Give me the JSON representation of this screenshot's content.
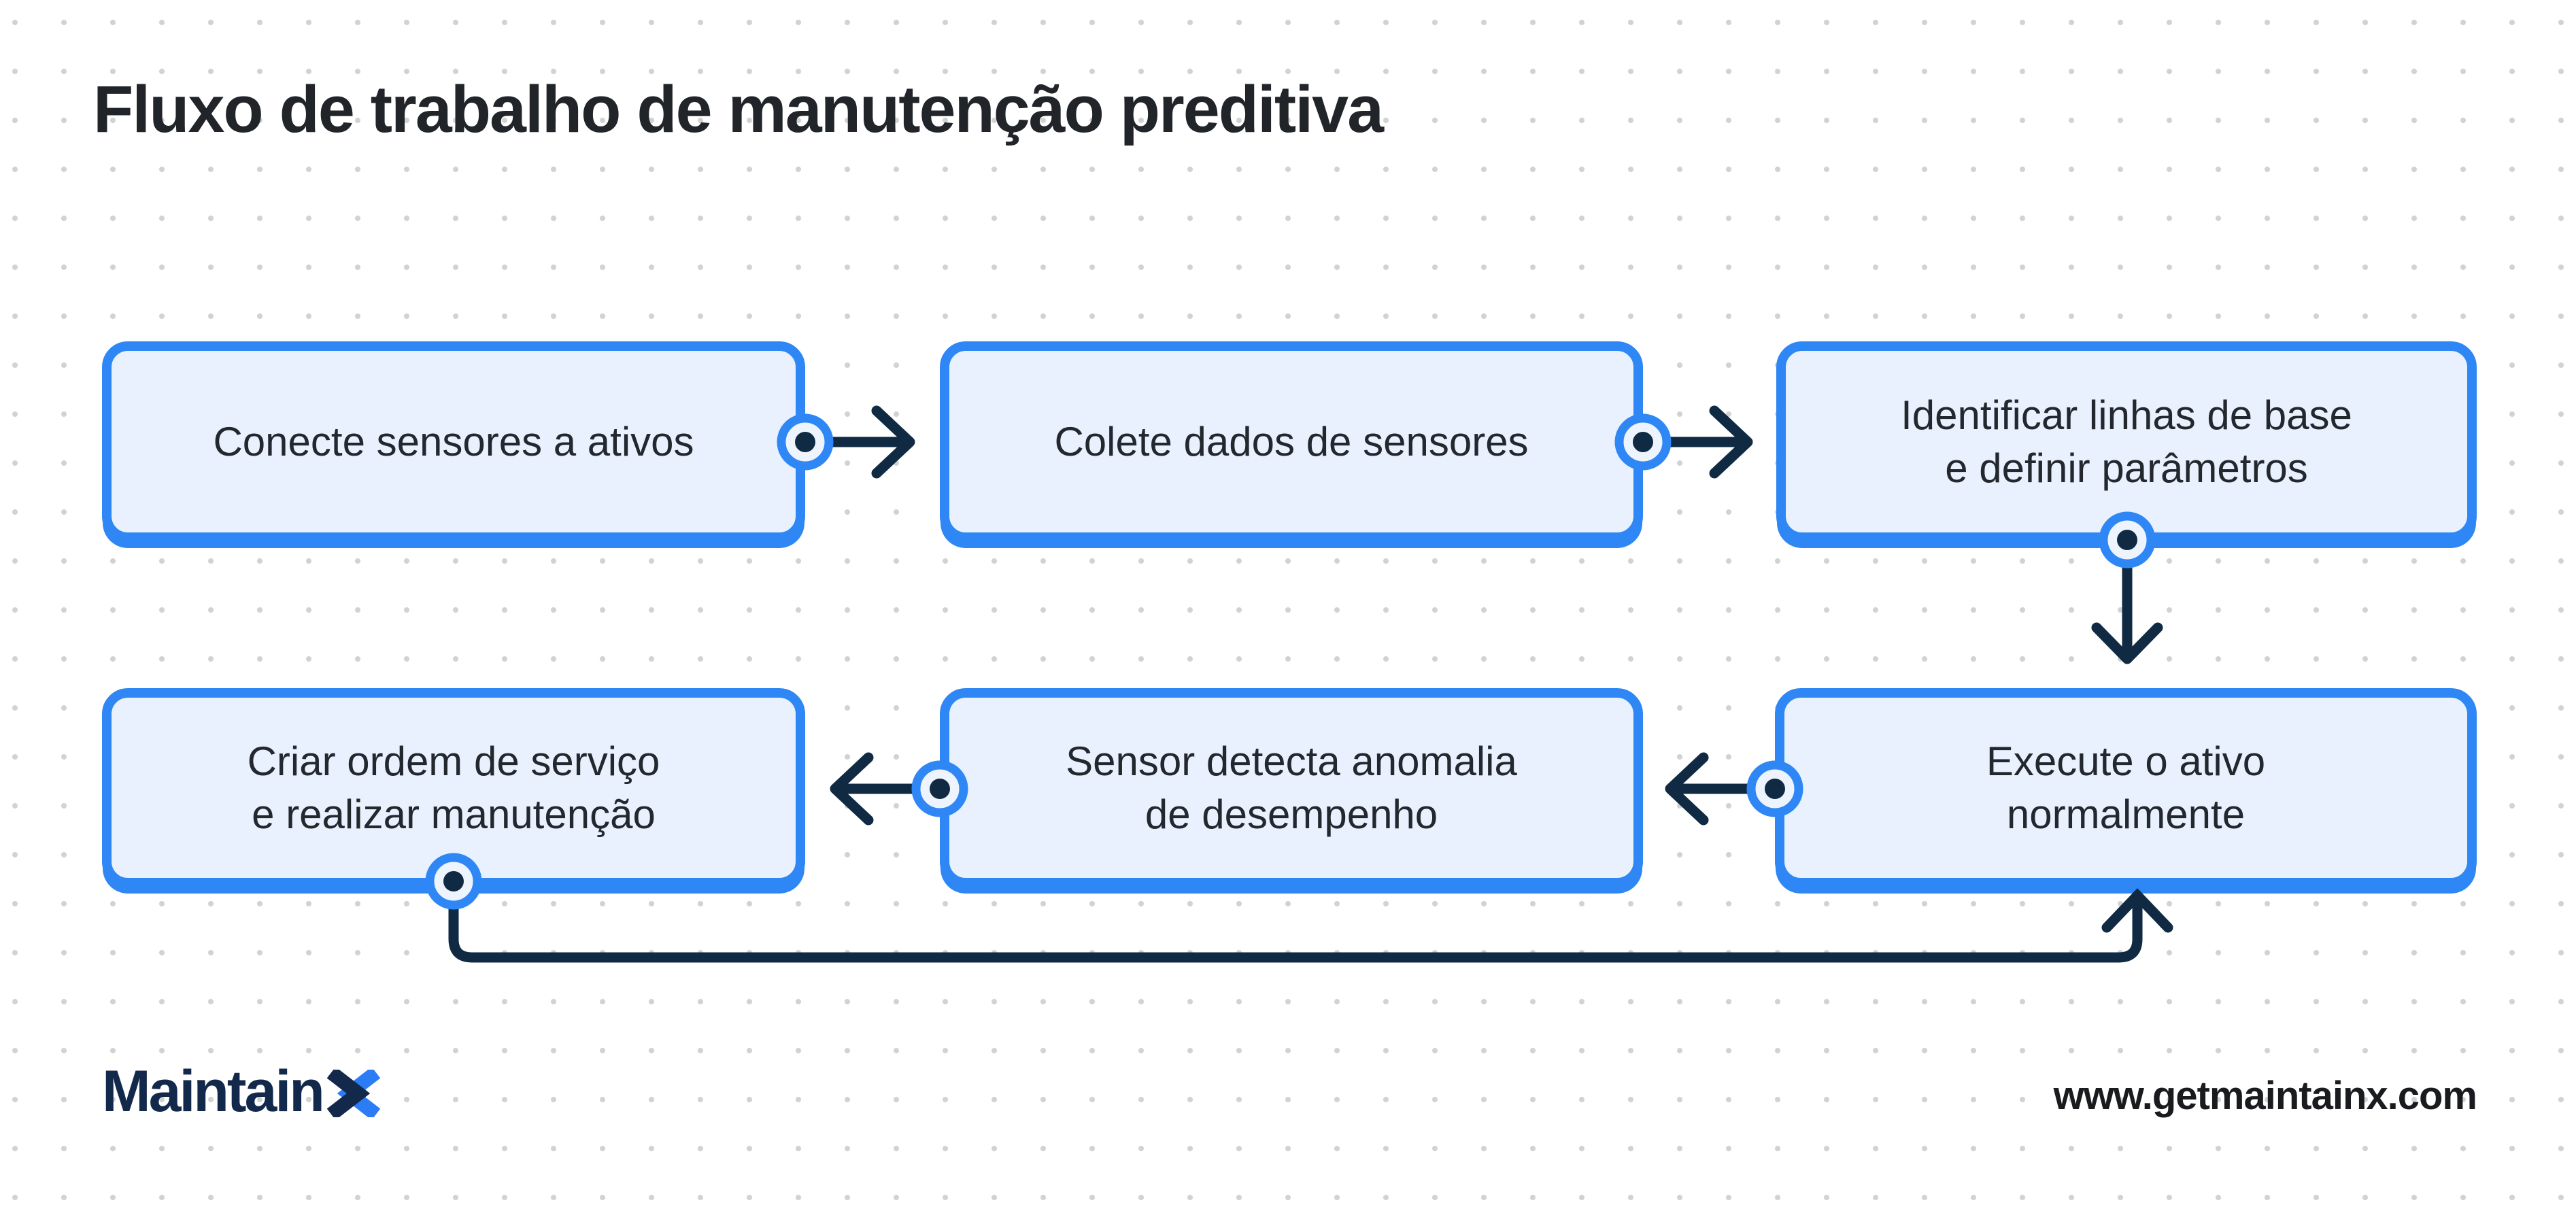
{
  "title": "Fluxo de trabalho de manutenção preditiva",
  "colors": {
    "accent": "#2E87F5",
    "box_fill": "#E8F1FD",
    "ring_fill": "#EDF4FE",
    "navy": "#102A43",
    "dot": "#D2D2D2",
    "box_text": "#23272E",
    "title_text": "#212529",
    "logo_navy": "#13294B",
    "logo_blue": "#2C7CF6",
    "url_text": "#191B1E"
  },
  "flow": {
    "boxes": [
      {
        "id": "connect-sensors",
        "label": "Conecte sensores a ativos"
      },
      {
        "id": "collect-data",
        "label": "Colete dados de sensores"
      },
      {
        "id": "identify-baseline",
        "label": "Identificar linhas de base\ne definir parâmetros"
      },
      {
        "id": "run-asset",
        "label": "Execute o ativo\nnormalmente"
      },
      {
        "id": "sensor-anomaly",
        "label": "Sensor detecta anomalia\nde desempenho"
      },
      {
        "id": "create-work-order",
        "label": "Criar ordem de serviço\ne realizar manutenção"
      }
    ]
  },
  "footer": {
    "logo_text": "Maintain",
    "url": "www.getmaintainx.com"
  }
}
